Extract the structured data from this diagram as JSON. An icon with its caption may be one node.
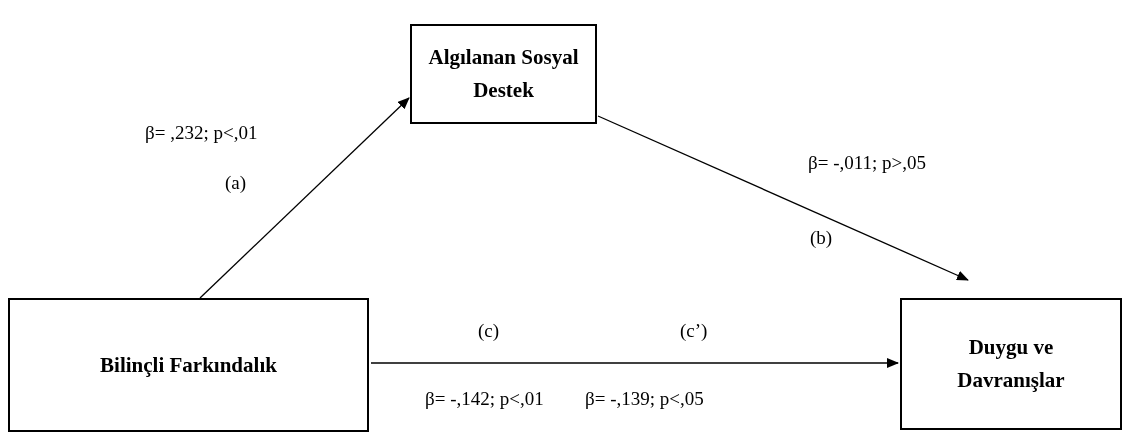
{
  "diagram": {
    "nodes": [
      {
        "text": [
          "Algılanan Sosyal Destek"
        ]
      },
      {
        "text": [
          "Bilinçli Farkındalık"
        ]
      },
      {
        "text": [
          "Duygu ve Davranışlar"
        ]
      }
    ],
    "edges": [
      {
        "from": 1,
        "to": 0,
        "arrow": "to"
      },
      {
        "from": 0,
        "to": 2,
        "arrow": "to"
      },
      {
        "from": 1,
        "to": 2,
        "arrow": "to"
      }
    ],
    "labels": [
      "β= ,232; p<,01",
      "β= -,011; p>,05",
      "(a)",
      "(b)",
      "(c)",
      "(c’)",
      "β= -,142; p<,01",
      "β= -,139; p<,05"
    ]
  }
}
